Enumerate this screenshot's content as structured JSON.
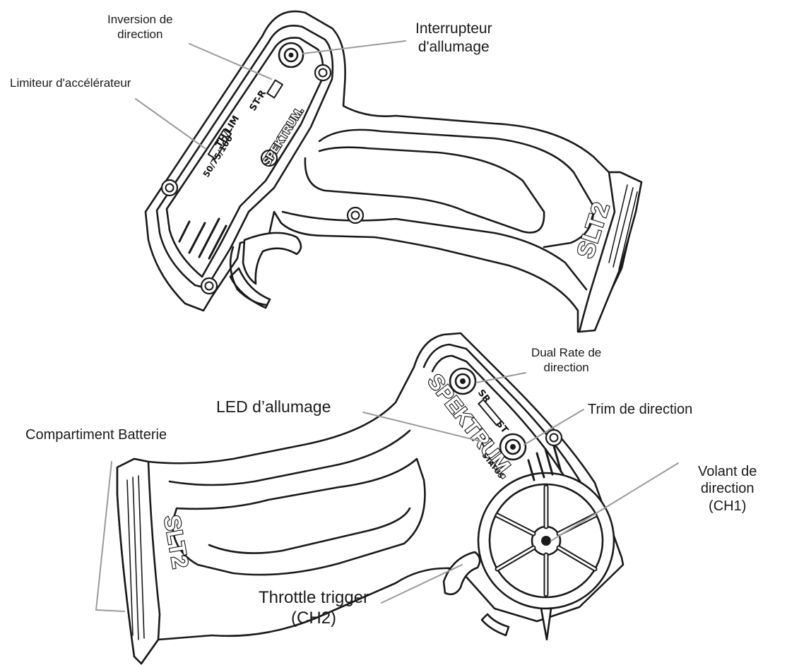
{
  "labels": {
    "inversion": "Inversion de\ndirection",
    "interrupteur": "Interrupteur\nd'allumage",
    "limiteur": "Limiteur d'accélérateur",
    "dual_rate": "Dual Rate de\ndirection",
    "led": "LED d’allumage",
    "compartiment": "Compartiment Batterie",
    "trim": "Trim de direction",
    "volant": "Volant de\ndirection\n(CH1)",
    "throttle": "Throttle trigger\n(CH2)"
  },
  "device_markings": {
    "model": "SLT2",
    "brand": "SPEKTRUM.",
    "switch_st_r": "ST-R",
    "switch_th_lim": "TH/LIM",
    "switch_values": "50/75/100",
    "knob_sr": "SR",
    "knob_st": "ST",
    "status": "STATUS"
  },
  "colors": {
    "line": "#1a1a1a",
    "leader": "#9a9a9a",
    "background": "#ffffff"
  }
}
